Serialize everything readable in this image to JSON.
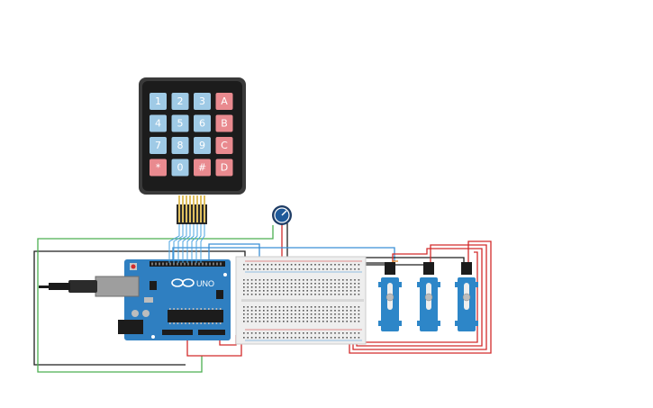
{
  "keypad": {
    "keys": [
      [
        "1",
        "2",
        "3",
        "A"
      ],
      [
        "4",
        "5",
        "6",
        "B"
      ],
      [
        "7",
        "8",
        "9",
        "C"
      ],
      [
        "*",
        "0",
        "#",
        "D"
      ]
    ],
    "colors": {
      "digit": "#9fcae6",
      "letter": "#e98a8f",
      "body": "#1c1c1c",
      "frame": "#3a3a3a"
    }
  },
  "arduino": {
    "brand_logo": "infinity-logo",
    "model": "UNO",
    "board_color": "#2f7fc1"
  },
  "servos": {
    "count": 3,
    "color": "#2d86c8"
  },
  "wire_colors": {
    "red": "#d22b2b",
    "black": "#1e1e1e",
    "green": "#4caf50",
    "blue": "#3a8fd6",
    "keypad": "#4aa3e0"
  },
  "potentiometer": {
    "knob_color": "#1f5a9a"
  }
}
